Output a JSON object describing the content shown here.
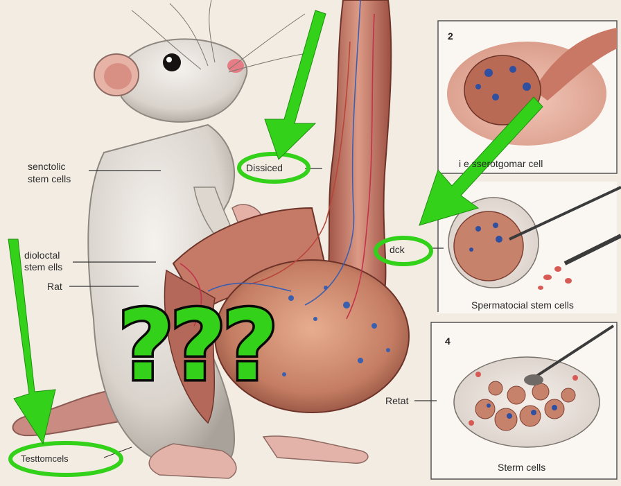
{
  "labels": {
    "sertoli": "senctolic",
    "sertoli_line2": "stem cells",
    "dioctal": "dioloctal",
    "dioctal_line2": "stem ells",
    "rat": "Rat",
    "dissiced": "Dissiced",
    "dck": "dck",
    "testomcels": "Testtomcels",
    "retat": "Retat"
  },
  "panels": {
    "panel2_number": "2",
    "panel2_caption": "i  e sserotgomar cell",
    "panel3_caption": "Spermatocial stem cells",
    "panel4_number": "4",
    "panel4_caption": "Sterm cells"
  },
  "overlay": {
    "question_marks": "???"
  },
  "colors": {
    "highlight_green": "#33d11a",
    "background": "#f3ece3",
    "tissue": "#c9806a",
    "vessel_blue": "#3a5fae"
  }
}
